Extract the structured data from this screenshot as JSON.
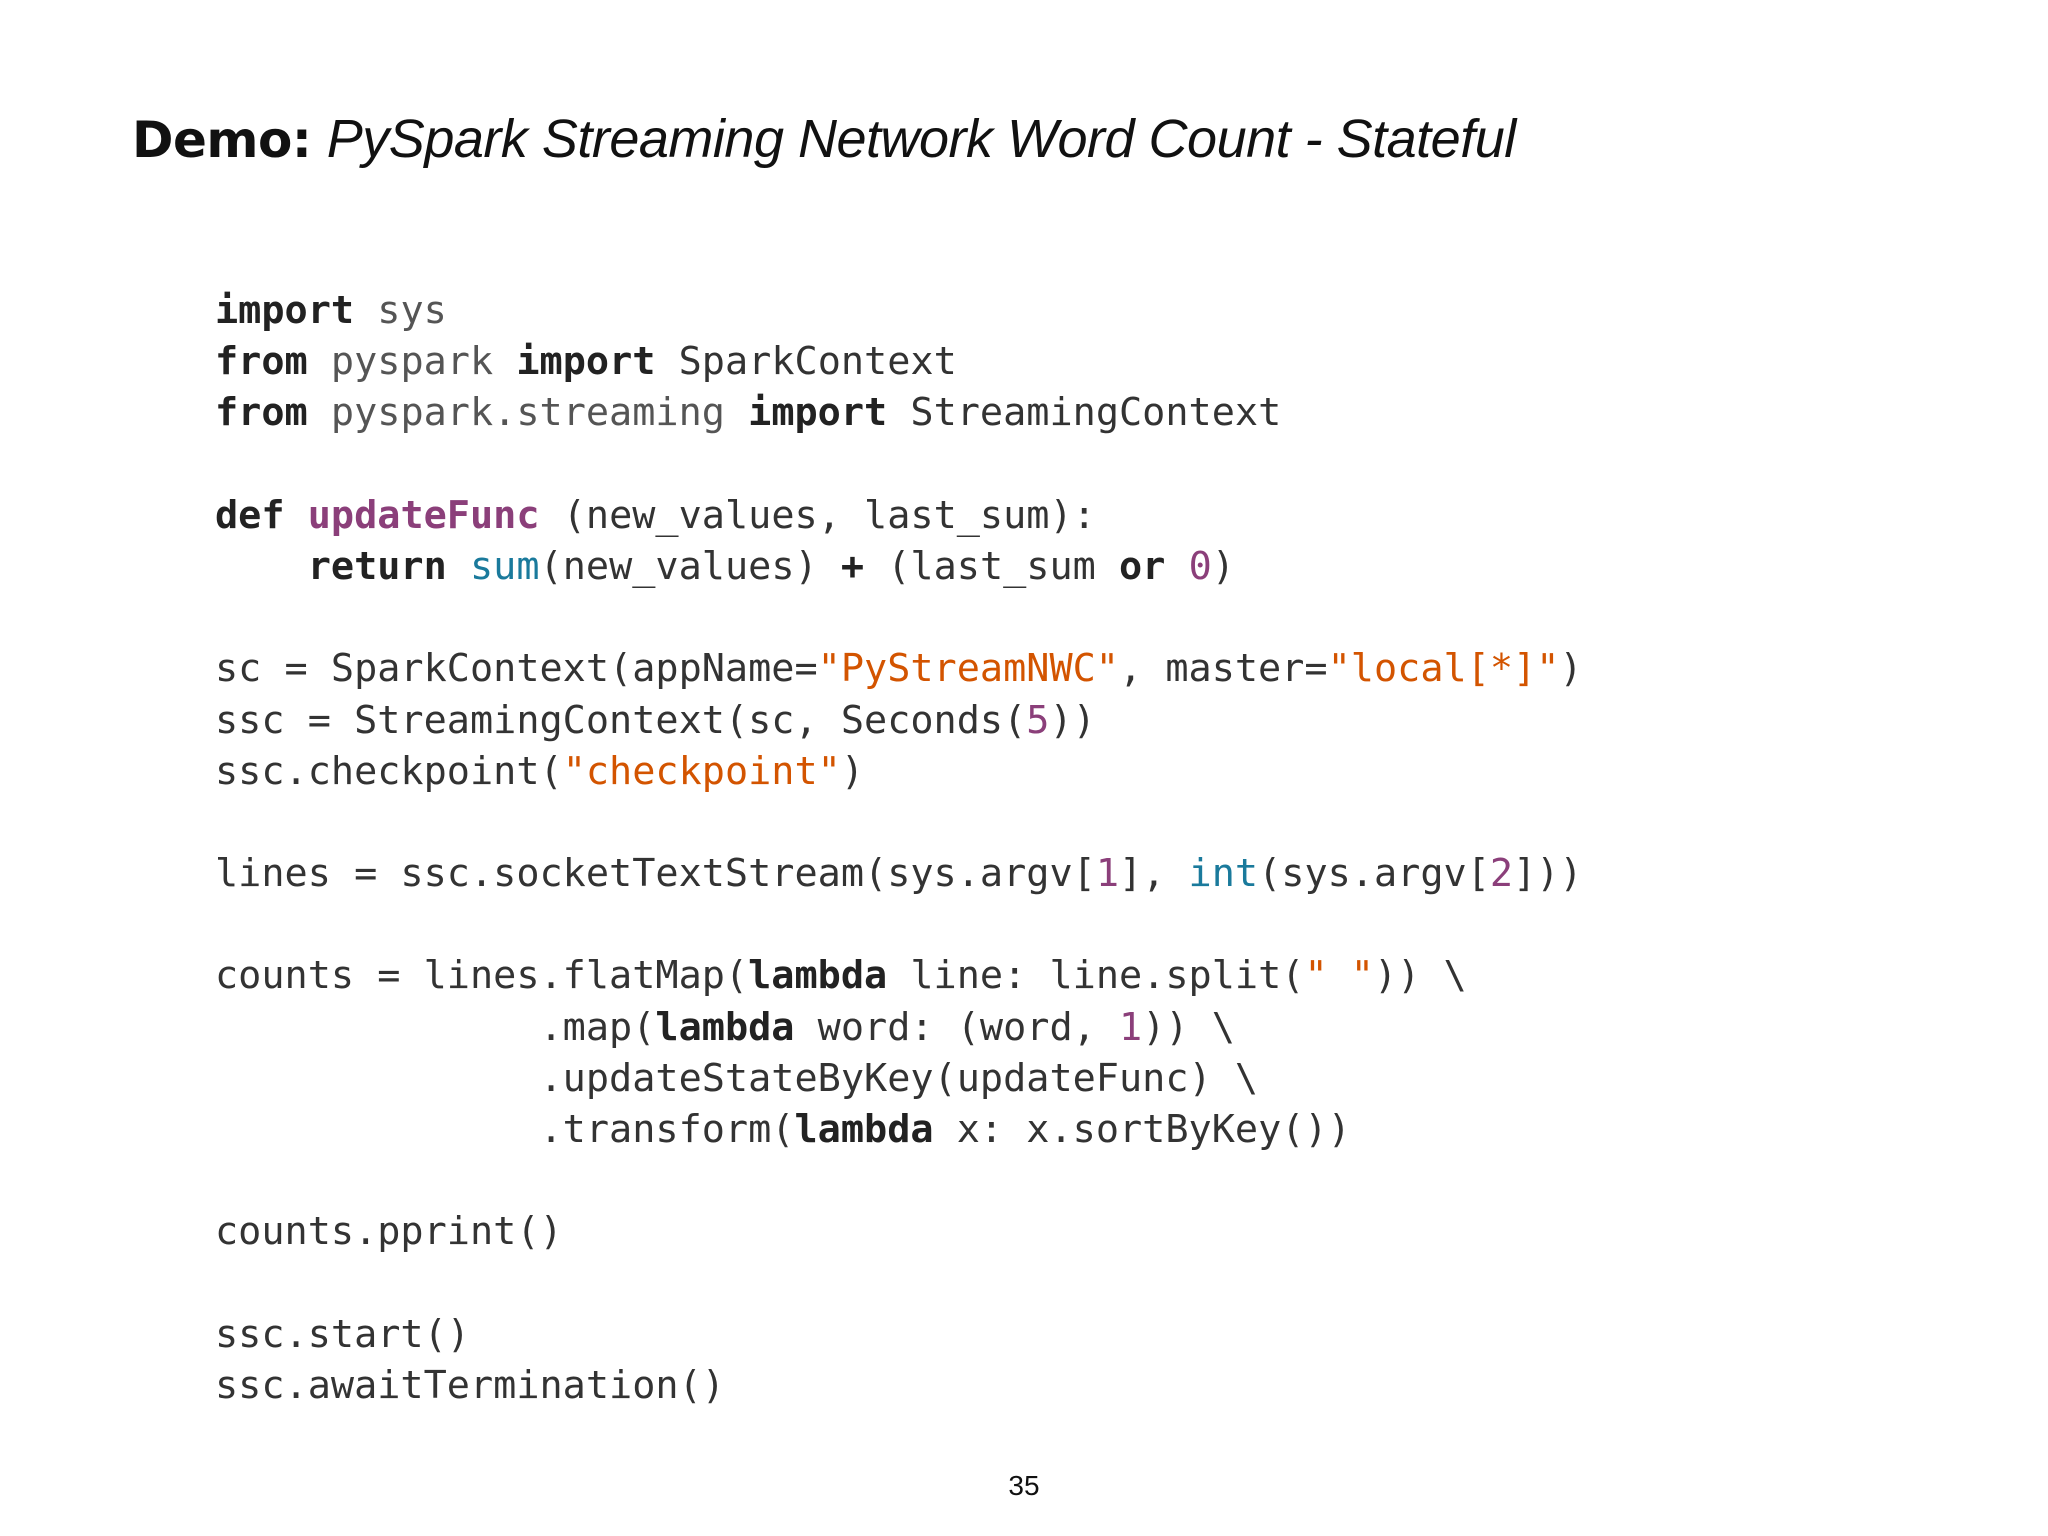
{
  "title": {
    "prefix": "Demo:",
    "text": "PySpark Streaming Network Word Count - Stateful"
  },
  "code": {
    "language": "python",
    "lines": [
      [
        {
          "t": "import",
          "c": "kw"
        },
        {
          "t": " "
        },
        {
          "t": "sys",
          "c": "mod"
        }
      ],
      [
        {
          "t": "from",
          "c": "kw"
        },
        {
          "t": " "
        },
        {
          "t": "pyspark",
          "c": "mod"
        },
        {
          "t": " "
        },
        {
          "t": "import",
          "c": "kw"
        },
        {
          "t": " SparkContext"
        }
      ],
      [
        {
          "t": "from",
          "c": "kw"
        },
        {
          "t": " "
        },
        {
          "t": "pyspark.streaming",
          "c": "mod"
        },
        {
          "t": " "
        },
        {
          "t": "import",
          "c": "kw"
        },
        {
          "t": " StreamingContext"
        }
      ],
      [],
      [
        {
          "t": "def",
          "c": "kw"
        },
        {
          "t": " "
        },
        {
          "t": "updateFunc",
          "c": "fn"
        },
        {
          "t": " (new_values, last_sum):"
        }
      ],
      [
        {
          "t": "    "
        },
        {
          "t": "return",
          "c": "kw"
        },
        {
          "t": " "
        },
        {
          "t": "sum",
          "c": "bi"
        },
        {
          "t": "(new_values) "
        },
        {
          "t": "+",
          "c": "kw"
        },
        {
          "t": " (last_sum "
        },
        {
          "t": "or",
          "c": "kw"
        },
        {
          "t": " "
        },
        {
          "t": "0",
          "c": "num"
        },
        {
          "t": ")"
        }
      ],
      [],
      [
        {
          "t": "sc = SparkContext(appName="
        },
        {
          "t": "\"PyStreamNWC\"",
          "c": "str"
        },
        {
          "t": ", master="
        },
        {
          "t": "\"local[*]\"",
          "c": "str"
        },
        {
          "t": ")"
        }
      ],
      [
        {
          "t": "ssc = StreamingContext(sc, Seconds("
        },
        {
          "t": "5",
          "c": "num"
        },
        {
          "t": "))"
        }
      ],
      [
        {
          "t": "ssc.checkpoint("
        },
        {
          "t": "\"checkpoint\"",
          "c": "str"
        },
        {
          "t": ")"
        }
      ],
      [],
      [
        {
          "t": "lines = ssc.socketTextStream(sys.argv["
        },
        {
          "t": "1",
          "c": "num"
        },
        {
          "t": "], "
        },
        {
          "t": "int",
          "c": "bi"
        },
        {
          "t": "(sys.argv["
        },
        {
          "t": "2",
          "c": "num"
        },
        {
          "t": "]))"
        }
      ],
      [],
      [
        {
          "t": "counts = lines.flatMap("
        },
        {
          "t": "lambda",
          "c": "kw"
        },
        {
          "t": " line: line.split("
        },
        {
          "t": "\" \"",
          "c": "str"
        },
        {
          "t": ")) \\"
        }
      ],
      [
        {
          "t": "              .map("
        },
        {
          "t": "lambda",
          "c": "kw"
        },
        {
          "t": " word: (word, "
        },
        {
          "t": "1",
          "c": "num"
        },
        {
          "t": ")) \\"
        }
      ],
      [
        {
          "t": "              .updateStateByKey(updateFunc) \\"
        }
      ],
      [
        {
          "t": "              .transform("
        },
        {
          "t": "lambda",
          "c": "kw"
        },
        {
          "t": " x: x.sortByKey())"
        }
      ],
      [],
      [
        {
          "t": "counts.pprint()"
        }
      ],
      [],
      [
        {
          "t": "ssc.start()"
        }
      ],
      [
        {
          "t": "ssc.awaitTermination()"
        }
      ]
    ]
  },
  "page_number": "35"
}
